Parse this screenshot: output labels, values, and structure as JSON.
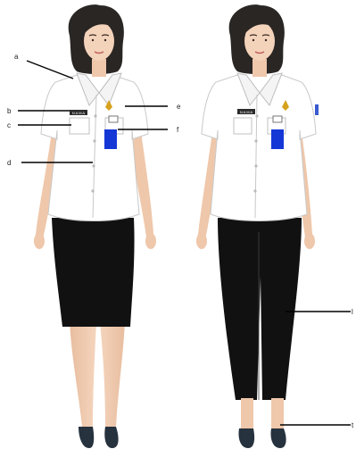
{
  "labels": {
    "a": "a",
    "b": "b",
    "c": "c",
    "d": "d",
    "e": "e",
    "f": "f",
    "g": "l",
    "h": "t"
  },
  "figure_left": {
    "name_tag": "N A M A"
  },
  "figure_right": {
    "name_tag": "N A M A"
  },
  "colors": {
    "skin": "#f2cfb4",
    "skin_shadow": "#e4b596",
    "hair": "#2a2624",
    "shirt": "#ffffff",
    "shirt_outline": "#c9c9c9",
    "skirt": "#111111",
    "shoe": "#26323e",
    "id_card": "#1537d6",
    "badge": "#d6a21e",
    "pointer": "#000000"
  }
}
